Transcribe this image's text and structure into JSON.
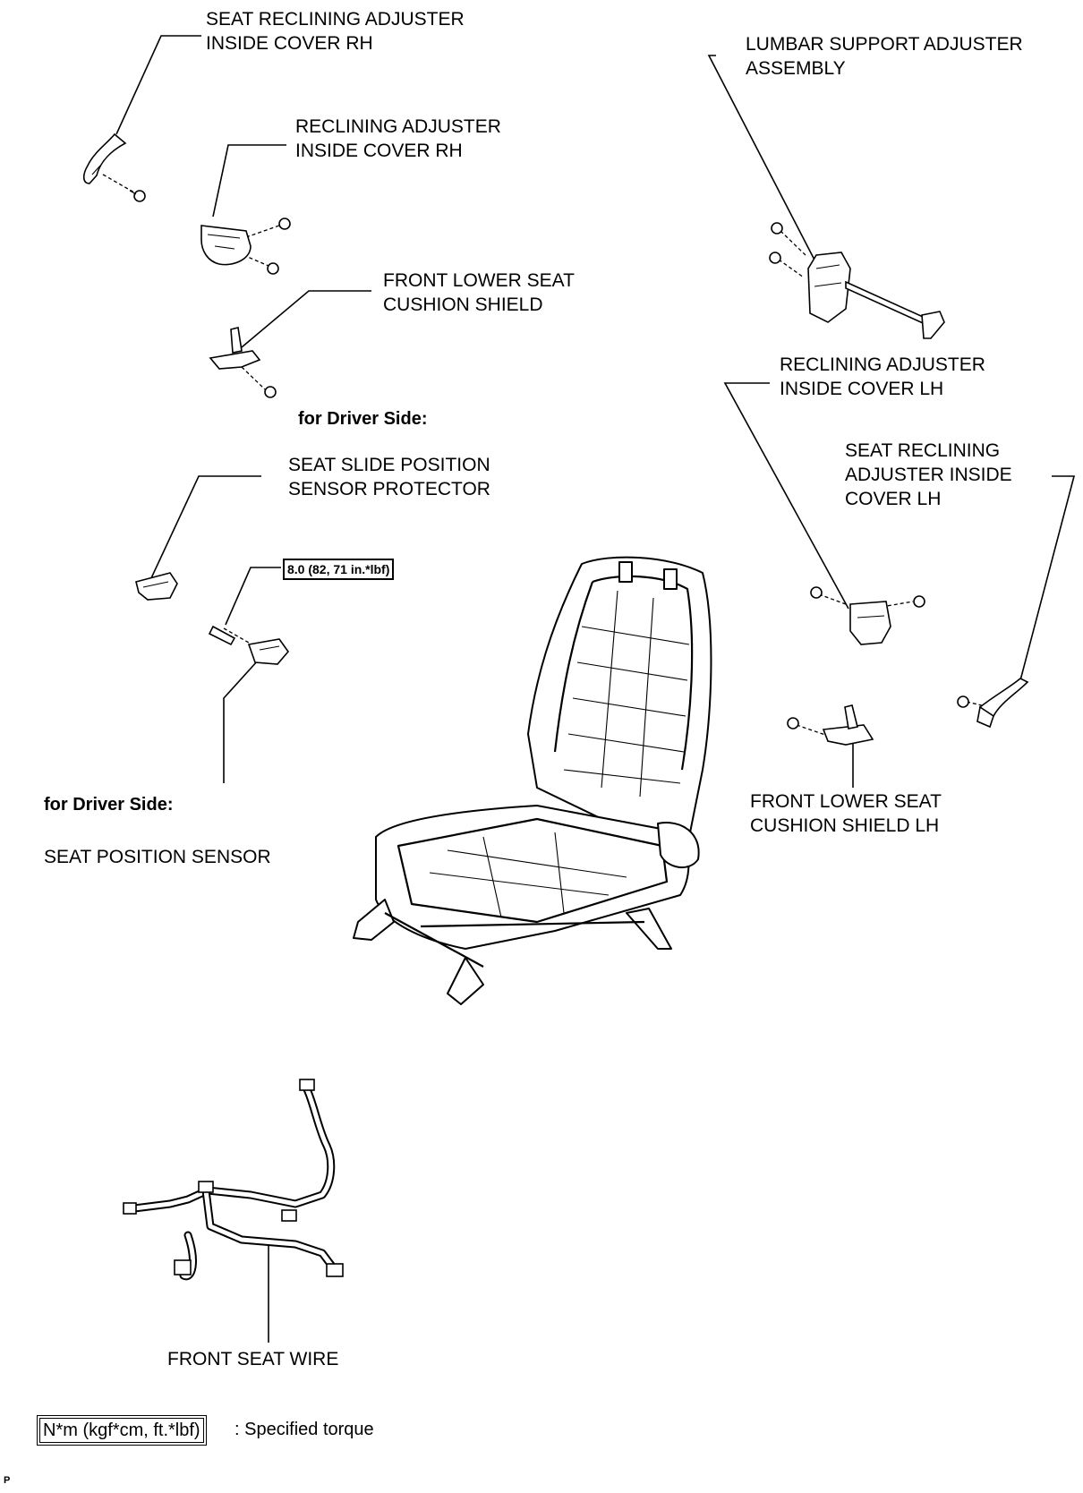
{
  "labels": {
    "seat_reclining_adjuster_inside_cover_rh": "SEAT RECLINING ADJUSTER\nINSIDE COVER RH",
    "reclining_adjuster_inside_cover_rh": "RECLINING ADJUSTER\nINSIDE COVER RH",
    "front_lower_seat_cushion_shield": "FRONT LOWER SEAT\nCUSHION SHIELD",
    "for_driver_side_top": "for Driver Side:",
    "seat_slide_position_sensor_protector": "SEAT SLIDE POSITION\nSENSOR PROTECTOR",
    "for_driver_side_bottom": "for Driver Side:",
    "seat_position_sensor": "SEAT POSITION SENSOR",
    "lumbar_support_adjuster_assembly": "LUMBAR SUPPORT ADJUSTER\nASSEMBLY",
    "reclining_adjuster_inside_cover_lh": "RECLINING ADJUSTER\nINSIDE COVER LH",
    "seat_reclining_adjuster_inside_cover_lh": "SEAT RECLINING\nADJUSTER INSIDE\nCOVER LH",
    "front_lower_seat_cushion_shield_lh": "FRONT LOWER SEAT\nCUSHION SHIELD LH",
    "front_seat_wire": "FRONT SEAT WIRE"
  },
  "torque": {
    "value": "8.0 (82, 71 in.*lbf)"
  },
  "legend": {
    "unit_box": "N*m (kgf*cm, ft.*lbf)",
    "description": ": Specified torque"
  },
  "figure_code": "P"
}
